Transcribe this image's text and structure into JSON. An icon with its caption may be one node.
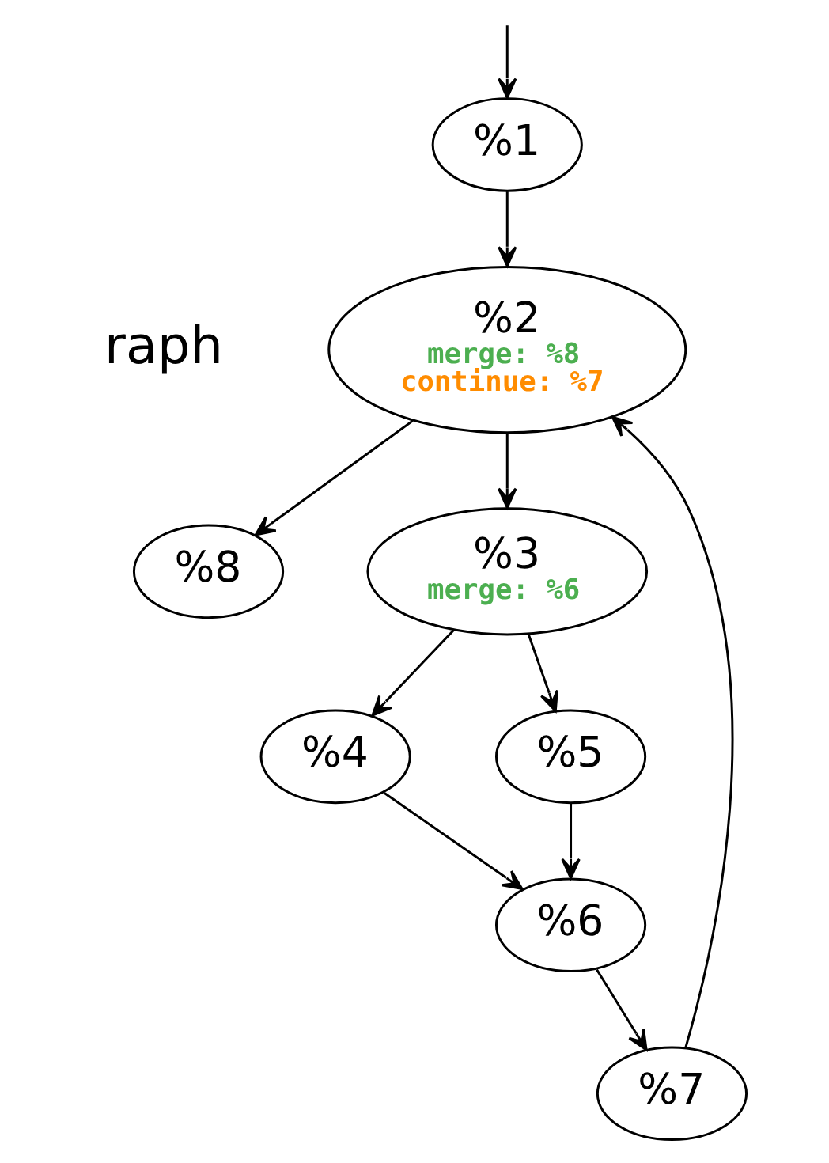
{
  "diagram": {
    "nodes": [
      {
        "text": [
          "%1"
        ]
      },
      {
        "text": [
          "%2",
          "merge: %8",
          "continue: %7"
        ]
      },
      {
        "text": [
          "%8"
        ]
      },
      {
        "text": [
          "%3",
          "merge: %6"
        ]
      },
      {
        "text": [
          "%7"
        ]
      },
      {
        "text": [
          "%4"
        ]
      },
      {
        "text": [
          "%5"
        ]
      },
      {
        "text": [
          "%6"
        ]
      }
    ],
    "edges": [
      {
        "from": null,
        "to": 0,
        "arrow": "to"
      },
      {
        "from": 0,
        "to": 1,
        "arrow": "to"
      },
      {
        "from": 1,
        "to": 2,
        "arrow": "to"
      },
      {
        "from": 1,
        "to": 3,
        "arrow": "to"
      },
      {
        "from": 4,
        "to": 1,
        "arrow": "to"
      },
      {
        "from": 3,
        "to": 5,
        "arrow": "to"
      },
      {
        "from": 3,
        "to": 6,
        "arrow": "to"
      },
      {
        "from": 5,
        "to": 7,
        "arrow": "to"
      },
      {
        "from": 6,
        "to": 7,
        "arrow": "to"
      },
      {
        "from": 7,
        "to": 4,
        "arrow": "to"
      }
    ],
    "labels": [
      "raph"
    ]
  }
}
